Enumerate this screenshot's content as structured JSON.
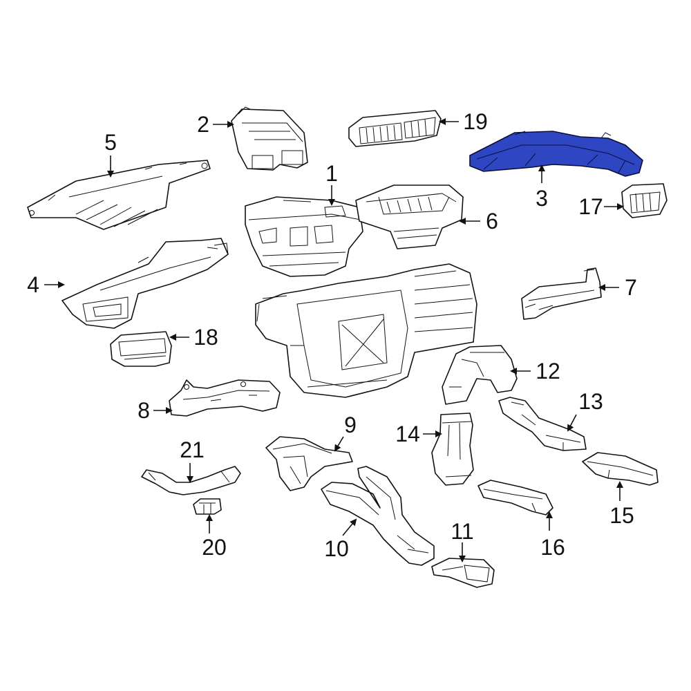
{
  "highlight_color": "#2f46c2",
  "callouts": [
    {
      "id": "1",
      "label": "1"
    },
    {
      "id": "2",
      "label": "2"
    },
    {
      "id": "3",
      "label": "3"
    },
    {
      "id": "4",
      "label": "4"
    },
    {
      "id": "5",
      "label": "5"
    },
    {
      "id": "6",
      "label": "6"
    },
    {
      "id": "7",
      "label": "7"
    },
    {
      "id": "8",
      "label": "8"
    },
    {
      "id": "9",
      "label": "9"
    },
    {
      "id": "10",
      "label": "10"
    },
    {
      "id": "11",
      "label": "11"
    },
    {
      "id": "12",
      "label": "12"
    },
    {
      "id": "13",
      "label": "13"
    },
    {
      "id": "14",
      "label": "14"
    },
    {
      "id": "15",
      "label": "15"
    },
    {
      "id": "16",
      "label": "16"
    },
    {
      "id": "17",
      "label": "17"
    },
    {
      "id": "18",
      "label": "18"
    },
    {
      "id": "19",
      "label": "19"
    },
    {
      "id": "20",
      "label": "20"
    },
    {
      "id": "21",
      "label": "21"
    }
  ],
  "highlighted_part": "3"
}
